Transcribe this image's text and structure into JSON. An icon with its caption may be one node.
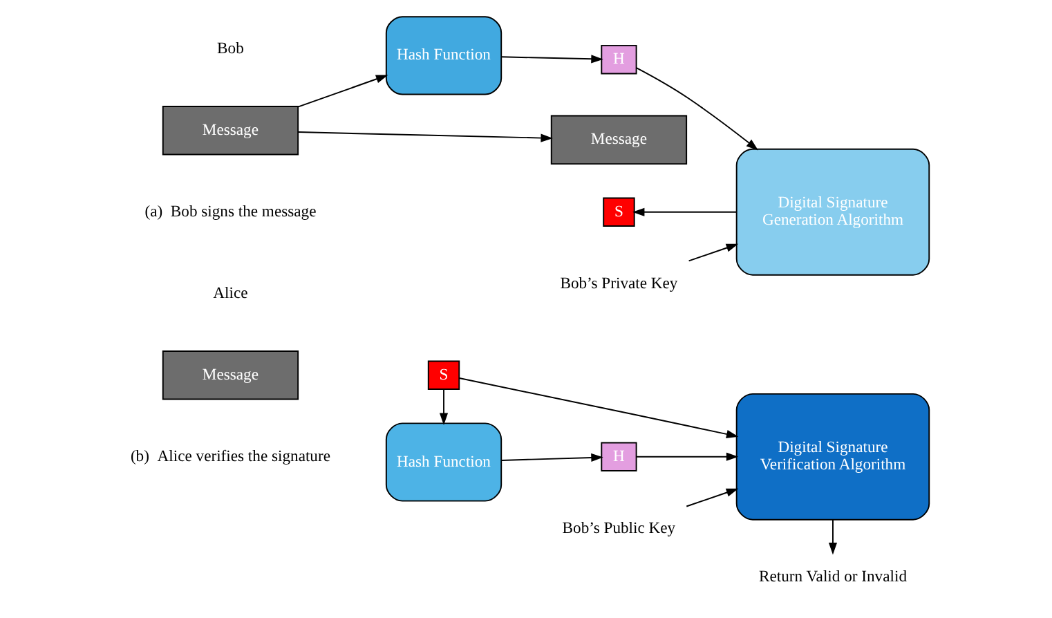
{
  "diagram": {
    "nodes": [
      {
        "text": [
          "Message"
        ]
      },
      {
        "text": [
          "Hash Function"
        ]
      },
      {
        "text": [
          "H"
        ]
      },
      {
        "text": [
          "Digital Signature Generation Algorithm"
        ]
      },
      {
        "text": [
          "Bob’s Private Key"
        ]
      },
      {
        "text": [
          "Message"
        ]
      },
      {
        "text": [
          "S"
        ]
      },
      {
        "text": [
          "Message"
        ]
      },
      {
        "text": [
          "S"
        ]
      },
      {
        "text": [
          "Hash Function"
        ]
      },
      {
        "text": [
          "H"
        ]
      },
      {
        "text": [
          "Digital Signature Verification Algorithm"
        ]
      },
      {
        "text": [
          "Bob’s Public Key"
        ]
      },
      {
        "text": [
          "Return Valid or Invalid"
        ]
      }
    ],
    "edges": [
      {
        "from": 0,
        "to": 1,
        "arrow": "to"
      },
      {
        "from": 1,
        "to": 2,
        "arrow": "to"
      },
      {
        "from": 2,
        "to": 3,
        "arrow": "to"
      },
      {
        "from": 4,
        "to": 3,
        "arrow": "to"
      },
      {
        "from": 3,
        "to": 6,
        "arrow": "to"
      },
      {
        "from": 0,
        "to": 5,
        "arrow": "to"
      },
      {
        "from": 8,
        "to": 11,
        "arrow": "to"
      },
      {
        "from": 8,
        "to": 9,
        "arrow": "to"
      },
      {
        "from": 9,
        "to": 10,
        "arrow": "to"
      },
      {
        "from": 10,
        "to": 11,
        "arrow": "to"
      },
      {
        "from": 12,
        "to": 11,
        "arrow": "to"
      },
      {
        "from": 11,
        "to": 13,
        "arrow": "to"
      }
    ],
    "labels": [
      "Bob",
      "(a)  Bob signs the message",
      "Alice",
      "(b)  Alice verifies the signature"
    ]
  }
}
